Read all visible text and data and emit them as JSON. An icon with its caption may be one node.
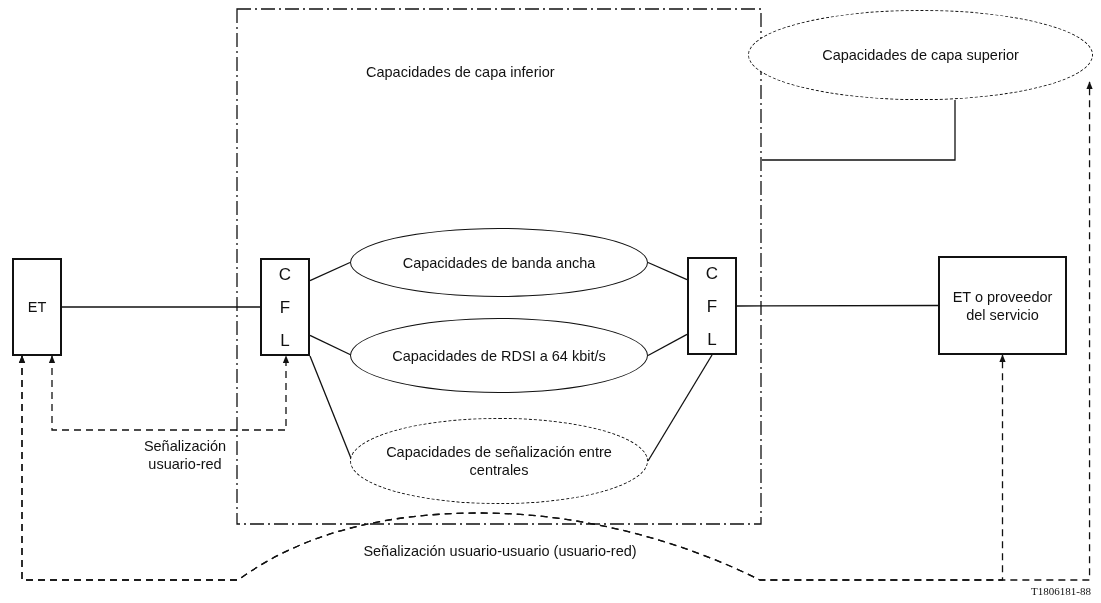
{
  "diagram": {
    "nodes": [
      {
        "text": [
          "Capacidades de capa inferior"
        ]
      },
      {
        "text": [
          "Capacidades de capa superior"
        ]
      },
      {
        "text": [
          "ET"
        ]
      },
      {
        "text": [
          "C F L"
        ],
        "in": 0
      },
      {
        "text": [
          "Capacidades de banda ancha"
        ],
        "in": 0
      },
      {
        "text": [
          "Capacidades de RDSI a 64 kbit/s"
        ],
        "in": 0
      },
      {
        "text": [
          "Capacidades de señalización entre centrales"
        ],
        "in": 0
      },
      {
        "text": [
          "C F L"
        ],
        "in": 0
      },
      {
        "text": [
          "ET o proveedor del servicio"
        ]
      }
    ],
    "edges": [
      {
        "from": 2,
        "to": 3,
        "arrow": "none"
      },
      {
        "from": 3,
        "to": 4,
        "arrow": "none"
      },
      {
        "from": 3,
        "to": 5,
        "arrow": "none"
      },
      {
        "from": 3,
        "to": 6,
        "arrow": "none"
      },
      {
        "from": 4,
        "to": 7,
        "arrow": "none"
      },
      {
        "from": 5,
        "to": 7,
        "arrow": "none"
      },
      {
        "from": 6,
        "to": 7,
        "arrow": "none"
      },
      {
        "from": 7,
        "to": 8,
        "arrow": "none"
      },
      {
        "from": 1,
        "to": 0,
        "arrow": "none"
      },
      {
        "from": 2,
        "to": 3,
        "arrow": "both",
        "style": "dashed",
        "label": "Señalización usuario-red"
      },
      {
        "from": 2,
        "to": 1,
        "arrow": "both",
        "style": "dashed",
        "label": "Señalización usuario-usuario (usuario-red)"
      },
      {
        "from": 2,
        "to": 8,
        "arrow": "both",
        "style": "dashed"
      }
    ],
    "labels": [
      "T1806181-88"
    ]
  }
}
